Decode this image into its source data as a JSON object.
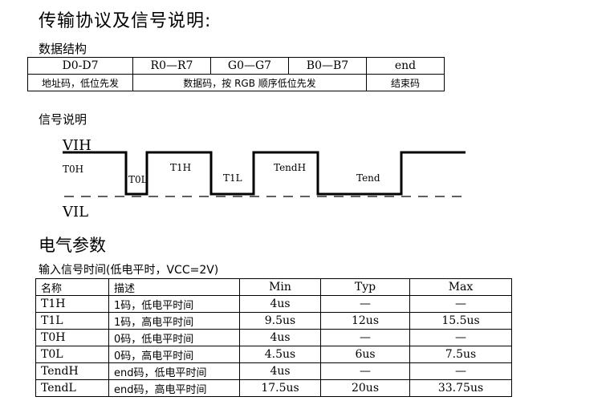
{
  "title": "传输协议及信号说明:",
  "data_structure": {
    "label": "数据结构",
    "row1": [
      "D0-D7",
      "R0—R7",
      "G0—G7",
      "B0—B7",
      "end"
    ],
    "row2": [
      "地址码，低位先发",
      "数据码，按 RGB 顺序低位先发",
      "结束码"
    ]
  },
  "signal": {
    "label": "信号说明",
    "vih": "VIH",
    "vil": "VIL",
    "segments": [
      "T0H",
      "T0L",
      "T1H",
      "T1L",
      "TendH",
      "Tend"
    ]
  },
  "electrical": {
    "title": "电气参数",
    "subtitle": "输入信号时间(低电平时，VCC=2V)",
    "headers": [
      "名称",
      "描述",
      "Min",
      "Typ",
      "Max"
    ],
    "rows": [
      [
        "T1H",
        "1码，低电平时间",
        "4us",
        "—",
        "—"
      ],
      [
        "T1L",
        "1码，高电平时间",
        "9.5us",
        "12us",
        "15.5us"
      ],
      [
        "T0H",
        "0码，低电平时间",
        "4us",
        "—",
        "—"
      ],
      [
        "T0L",
        "0码，高电平时间",
        "4.5us",
        "6us",
        "7.5us"
      ],
      [
        "TendH",
        "end码，低电平时间",
        "4us",
        "—",
        "—"
      ],
      [
        "TendL",
        "end码，高电平时间",
        "17.5us",
        "20us",
        "33.75us"
      ]
    ]
  }
}
